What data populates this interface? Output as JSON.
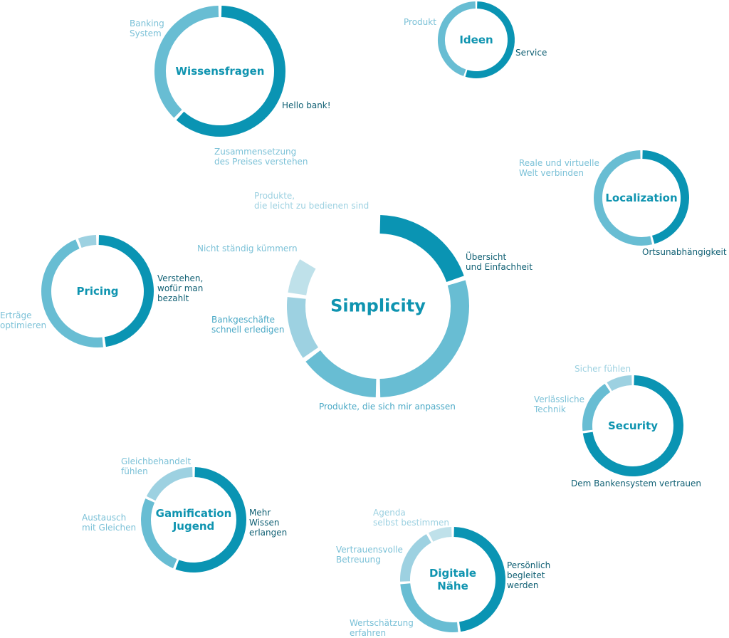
{
  "colors": {
    "dark": "#0a94b3",
    "mid": "#68bdd3",
    "light": "#9dd1e1",
    "pale": "#bfe1ea"
  },
  "circles": [
    {
      "id": "simplicity",
      "title": [
        "Simplicity"
      ],
      "segments": [
        {
          "label": [
            "Übersicht",
            "und Einfachheit"
          ],
          "value": 0.2,
          "color": "dark"
        },
        {
          "label": [
            "Produkte, die sich mir anpassen"
          ],
          "value": 0.3,
          "color": "mid"
        },
        {
          "label": [
            "Bankgeschäfte",
            "schnell erledigen"
          ],
          "value": 0.15,
          "color": "mid"
        },
        {
          "label": [
            "Nicht ständig kümmern"
          ],
          "value": 0.12,
          "color": "light"
        },
        {
          "label": [
            "Produkte,",
            "die leicht zu bedienen sind"
          ],
          "value": 0.07,
          "color": "pale"
        }
      ]
    },
    {
      "id": "wissensfragen",
      "title": [
        "Wissensfragen"
      ],
      "segments": [
        {
          "label": [
            "Hello bank!"
          ],
          "value": 0.62,
          "color": "dark"
        },
        {
          "label": [
            "Zusammensetzung",
            "des Preises verstehen"
          ],
          "value": 0.0,
          "color": "light"
        },
        {
          "label": [
            "Banking",
            "System"
          ],
          "value": 0.38,
          "color": "mid"
        }
      ]
    },
    {
      "id": "ideen",
      "title": [
        "Ideen"
      ],
      "segments": [
        {
          "label": [
            "Service"
          ],
          "value": 0.55,
          "color": "dark"
        },
        {
          "label": [
            "Produkt"
          ],
          "value": 0.45,
          "color": "mid"
        }
      ]
    },
    {
      "id": "localization",
      "title": [
        "Localization"
      ],
      "segments": [
        {
          "label": [
            "Ortsunabhängigkeit"
          ],
          "value": 0.46,
          "color": "dark"
        },
        {
          "label": [
            "Reale und virtuelle",
            "Welt verbinden"
          ],
          "value": 0.54,
          "color": "mid"
        }
      ]
    },
    {
      "id": "pricing",
      "title": [
        "Pricing"
      ],
      "segments": [
        {
          "label": [
            "Verstehen,",
            "wofür man",
            "bezahlt"
          ],
          "value": 0.48,
          "color": "dark"
        },
        {
          "label": [
            "Erträge",
            "optimieren"
          ],
          "value": 0.46,
          "color": "mid"
        },
        {
          "label": [
            ""
          ],
          "value": 0.06,
          "color": "light"
        }
      ]
    },
    {
      "id": "security",
      "title": [
        "Security"
      ],
      "segments": [
        {
          "label": [
            "Dem Bankensystem vertrauen"
          ],
          "value": 0.73,
          "color": "dark"
        },
        {
          "label": [
            "Verlässliche",
            "Technik"
          ],
          "value": 0.18,
          "color": "mid"
        },
        {
          "label": [
            "Sicher fühlen"
          ],
          "value": 0.09,
          "color": "light"
        }
      ]
    },
    {
      "id": "gamification",
      "title": [
        "Gamification",
        "Jugend"
      ],
      "segments": [
        {
          "label": [
            "Mehr",
            "Wissen",
            "erlangen"
          ],
          "value": 0.56,
          "color": "dark"
        },
        {
          "label": [
            "Austausch",
            "mit Gleichen"
          ],
          "value": 0.26,
          "color": "mid"
        },
        {
          "label": [
            "Gleichbehandelt",
            "fühlen"
          ],
          "value": 0.18,
          "color": "light"
        }
      ]
    },
    {
      "id": "digitale",
      "title": [
        "Digitale",
        "Nähe"
      ],
      "segments": [
        {
          "label": [
            "Persönlich",
            "begleitet",
            "werden"
          ],
          "value": 0.48,
          "color": "dark"
        },
        {
          "label": [
            "Wertschätzung",
            "erfahren"
          ],
          "value": 0.26,
          "color": "mid"
        },
        {
          "label": [
            "Vertrauensvolle",
            "Betreuung"
          ],
          "value": 0.18,
          "color": "light"
        },
        {
          "label": [
            "Agenda",
            "selbst bestimmen"
          ],
          "value": 0.08,
          "color": "pale"
        }
      ]
    }
  ]
}
